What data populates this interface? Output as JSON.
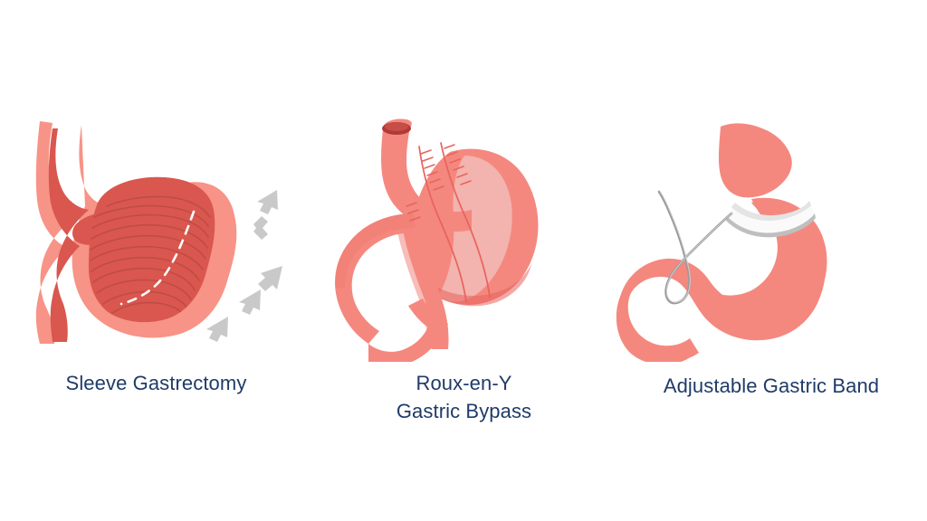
{
  "page": {
    "background_color": "#ffffff",
    "label_color": "#1f3b68",
    "title_hidden": ""
  },
  "palette": {
    "stomach_outer_salmon": "#F4887F",
    "stomach_light_salmon": "#F79387",
    "stomach_inner_red": "#D9574E",
    "stomach_rugae_line": "#C04C45",
    "stomach_highlight_pink": "#F3B3AE",
    "esophagus_lumen_dark": "#B03A38",
    "staple_line": "#E8635C",
    "arrow_gray": "#C9C9C9",
    "band_white": "#FAFAFA",
    "band_shadow": "#BFBFBF",
    "tubing_gray": "#9A9A9A",
    "dashed_line_white": "#FFFFFF"
  },
  "figures": [
    {
      "id": "sleeve-gastrectomy",
      "caption_lines": [
        "Sleeve Gastrectomy"
      ],
      "illustration_name": "sleeve-gastrectomy-illustration",
      "elements": {
        "esophagus": "esophagus",
        "stomach_body": "stomach-body",
        "rugae": "gastric-rugae-folds",
        "resection_line": "dashed-resection-line",
        "duodenum": "duodenum",
        "arrows_count": 5,
        "arrow_label": "resection-arrow"
      }
    },
    {
      "id": "roux-en-y-gastric-bypass",
      "caption_lines": [
        "Roux-en-Y",
        "Gastric Bypass"
      ],
      "illustration_name": "roux-en-y-gastric-bypass-illustration",
      "elements": {
        "esophagus": "esophagus",
        "gastric_pouch": "gastric-pouch",
        "remnant_stomach": "bypassed-stomach-remnant",
        "roux_limb": "roux-limb",
        "biliopancreatic_limb": "biliopancreatic-limb",
        "jejunojejunostomy": "y-anastomosis",
        "staple_lines": "staple-line"
      }
    },
    {
      "id": "adjustable-gastric-band",
      "caption_lines": [
        "Adjustable Gastric Band"
      ],
      "illustration_name": "adjustable-gastric-band-illustration",
      "elements": {
        "upper_pouch": "upper-gastric-pouch",
        "stomach_body": "stomach-body",
        "band": "adjustable-band",
        "tubing": "band-tubing",
        "duodenum": "duodenum"
      }
    }
  ]
}
